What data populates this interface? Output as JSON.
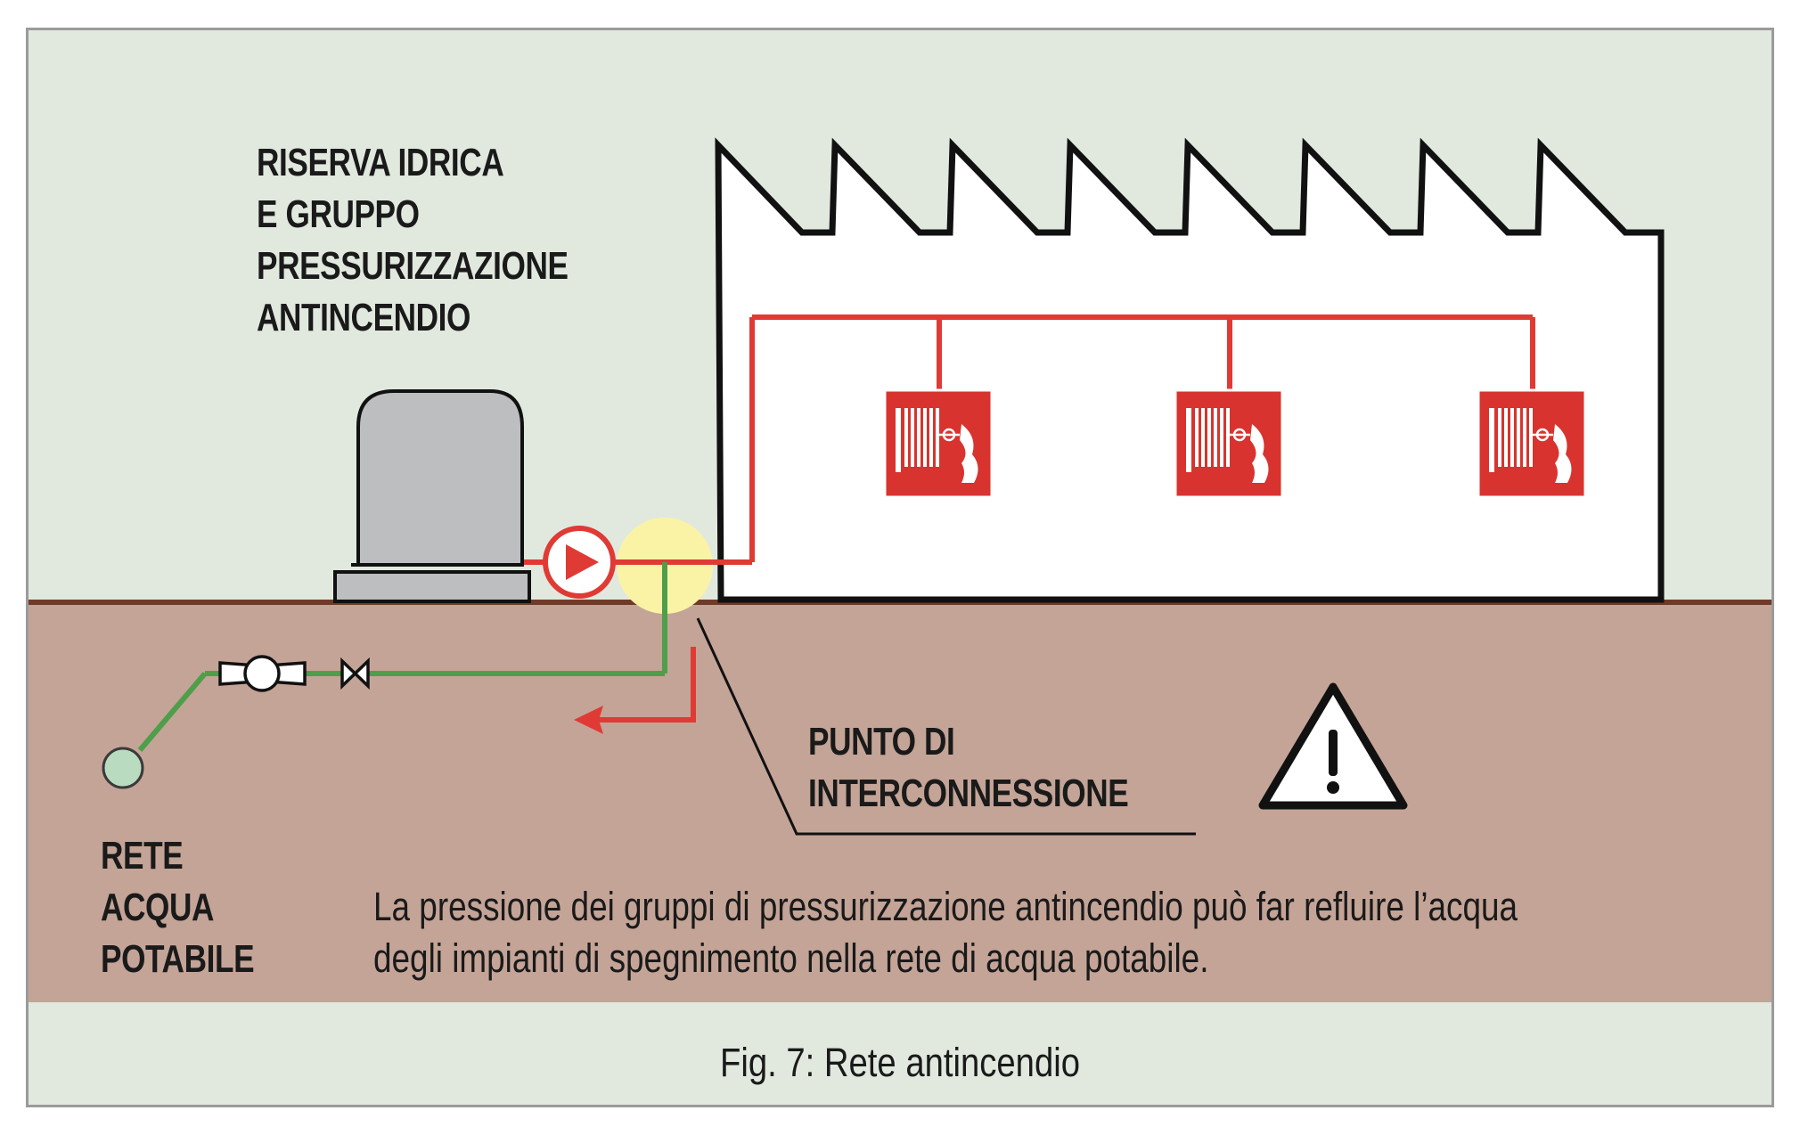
{
  "labels": {
    "reservoir": "RISERVA IDRICA\nE GRUPPO\nPRESSURIZZAZIONE\nANTINCENDIO",
    "interconnection": "PUNTO DI\nINTERCONNESSIONE",
    "potable_network": "RETE\nACQUA\nPOTABILE"
  },
  "warning_text": {
    "line1": "La pressione dei gruppi di pressurizzazione antincendio può far refluire l’acqua",
    "line2": "degli impianti di spegnimento nella rete di acqua potabile."
  },
  "caption": "Fig. 7: Rete antincendio",
  "icons": [
    "water-tank-icon",
    "pump-icon",
    "hose-reel-icon",
    "warning-triangle-icon",
    "backflow-arrow-icon",
    "water-meter-icon",
    "valve-icon",
    "water-source-icon"
  ],
  "colors": {
    "background": "#e1e9df",
    "ground": "#c4a497",
    "ground_line": "#6f3b28",
    "fire_pipe": "#e03a35",
    "potable_pipe": "#4e9e4a",
    "highlight": "#faf3a6",
    "tank": "#bdbec0"
  }
}
